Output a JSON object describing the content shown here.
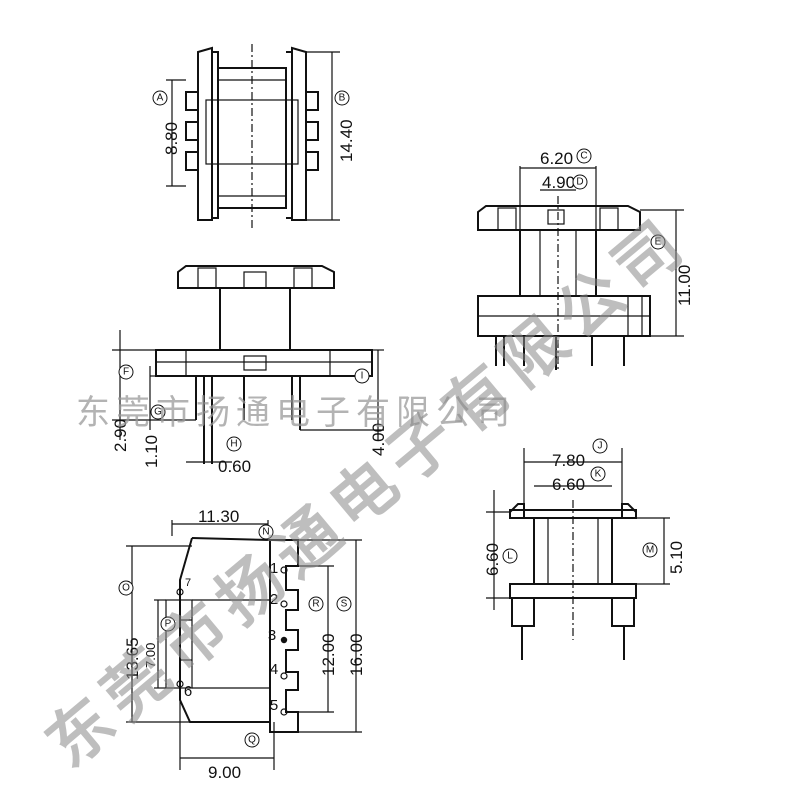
{
  "watermark": {
    "horizontal": "东莞市扬通电子有限公司",
    "diagonal": "东莞市扬通电子有限公司"
  },
  "dimensions": {
    "top_view": {
      "width": "8.80",
      "outer": "14.40"
    },
    "side_view": {
      "pin_height": "2.90",
      "pin_step": "1.10",
      "pin_width": "0.60",
      "base_height": "4.00"
    },
    "right_front_view": {
      "outer_width": "6.20",
      "inner_width": "4.90",
      "height": "11.00"
    },
    "bottom_view": {
      "width": "11.30",
      "height_total": "13.65",
      "inner_height": "7.00",
      "pin_span": "12.00",
      "overall": "16.00",
      "pin_row": "9.00"
    },
    "right_small_view": {
      "outer_width": "7.80",
      "inner_width": "6.60",
      "height": "6.60",
      "flange_height": "5.10"
    }
  },
  "callouts": [
    "A",
    "B",
    "C",
    "D",
    "E",
    "F",
    "G",
    "H",
    "I",
    "J",
    "K",
    "L",
    "M",
    "N",
    "O",
    "P",
    "Q",
    "R",
    "S"
  ],
  "pins": [
    "1",
    "2",
    "3",
    "4",
    "5",
    "6",
    "7"
  ]
}
